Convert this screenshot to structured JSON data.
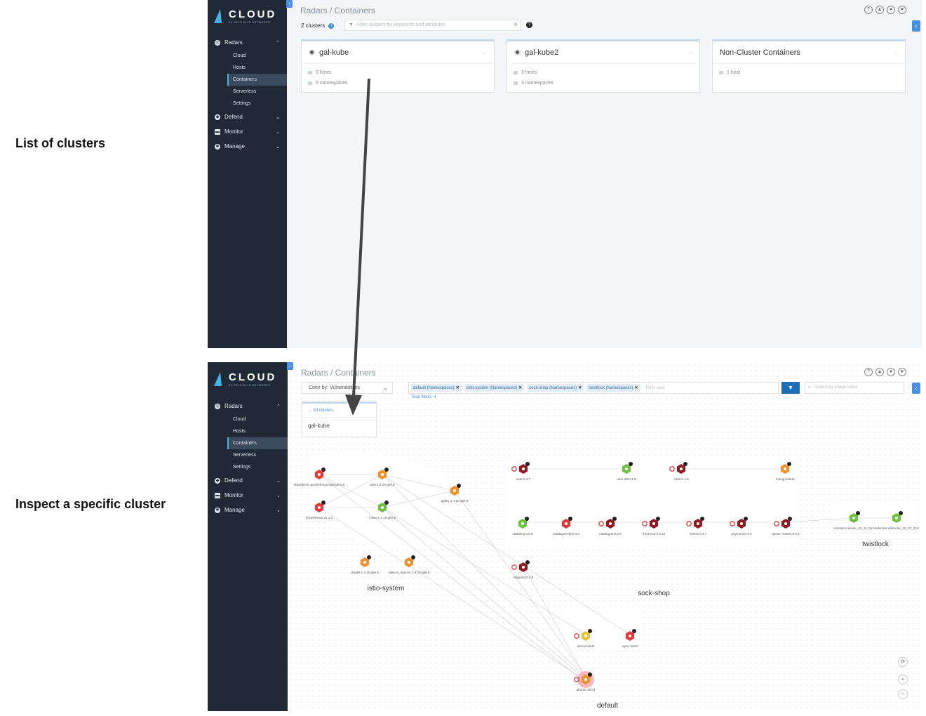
{
  "captions": {
    "top": "List of clusters",
    "bottom": "Inspect a specific cluster"
  },
  "brand": {
    "title": "CLOUD",
    "subtitle": "BY PALO ALTO NETWORKS"
  },
  "nav": {
    "radars": "Radars",
    "cloud": "Cloud",
    "hosts": "Hosts",
    "containers": "Containers",
    "serverless": "Serverless",
    "settings": "Settings",
    "defend": "Defend",
    "monitor": "Monitor",
    "manage": "Manage"
  },
  "breadcrumb": "Radars / Containers",
  "clusters_view": {
    "count_label": "2 clusters",
    "filter_placeholder": "Filter clusters by keywords and attributes",
    "cards": [
      {
        "name": "gal-kube",
        "hosts": "3 hosts",
        "namespaces": "5 namespaces"
      },
      {
        "name": "gal-kube2",
        "hosts": "3 hosts",
        "namespaces": "3 namespaces"
      },
      {
        "name": "Non-Cluster Containers",
        "hosts": "1 host"
      }
    ]
  },
  "cluster_view": {
    "color_by": "Color by: Vulnerabilities",
    "chips": [
      "default (Namespaces)",
      "istio-system (Namespaces)",
      "sock-shop (Namespaces)",
      "twistlock (Namespaces)"
    ],
    "filter_placeholder": "Filter view",
    "image_search_placeholder": "Search by image name",
    "total_filters": "Total filters: 4",
    "all_clusters": "All clusters",
    "cluster_name": "gal-kube",
    "namespaces": {
      "istio": "istio-system",
      "sock": "sock-shop",
      "twistlock": "twistlock",
      "default": "default"
    },
    "nodes": {
      "stackdriver": "stackdriver-prometheus-sidecar:0.5",
      "pilot": "pilot:1.4.10-gke.5",
      "galley": "galley:1.4.10-gke.5",
      "prometheus": "prometheus:v2.4.3",
      "mixer": "mixer:1.4.10-gke.5",
      "citadel": "citadel:1.4.10-gke.5",
      "sidecar": "sidecar_injector:1.4.10-gke.5",
      "user": "user:0.4.7",
      "userdb": "user-db:0.4.0",
      "carts": "carts:0.4.8",
      "mongo": "mongo:latest",
      "rabbitmq": "rabbitmq:3.6.8",
      "catalogue_db": "catalogue-db:0.3.0",
      "catalogue": "catalogue:0.3.5",
      "frontend": "front-end:0.3.12",
      "orders": "orders:0.4.7",
      "payment": "payment:0.4.3",
      "queue": "queue-master:0.3.1",
      "shipping": "shipping:0.4.8",
      "console": "console:console_20_11_512",
      "defender": "defender:defender_20_07_315",
      "alpine": "alpine:latest",
      "nginx": "nginx:latest",
      "ubuntu": "ubuntu:18.04"
    }
  },
  "colors": {
    "sidebar": "#1f2a36",
    "accent": "#49b3e0",
    "critical": "#e23b3b",
    "dark_critical": "#8d1d22",
    "high": "#f0912d",
    "low": "#6fc03f",
    "medium": "#e7c53a"
  }
}
